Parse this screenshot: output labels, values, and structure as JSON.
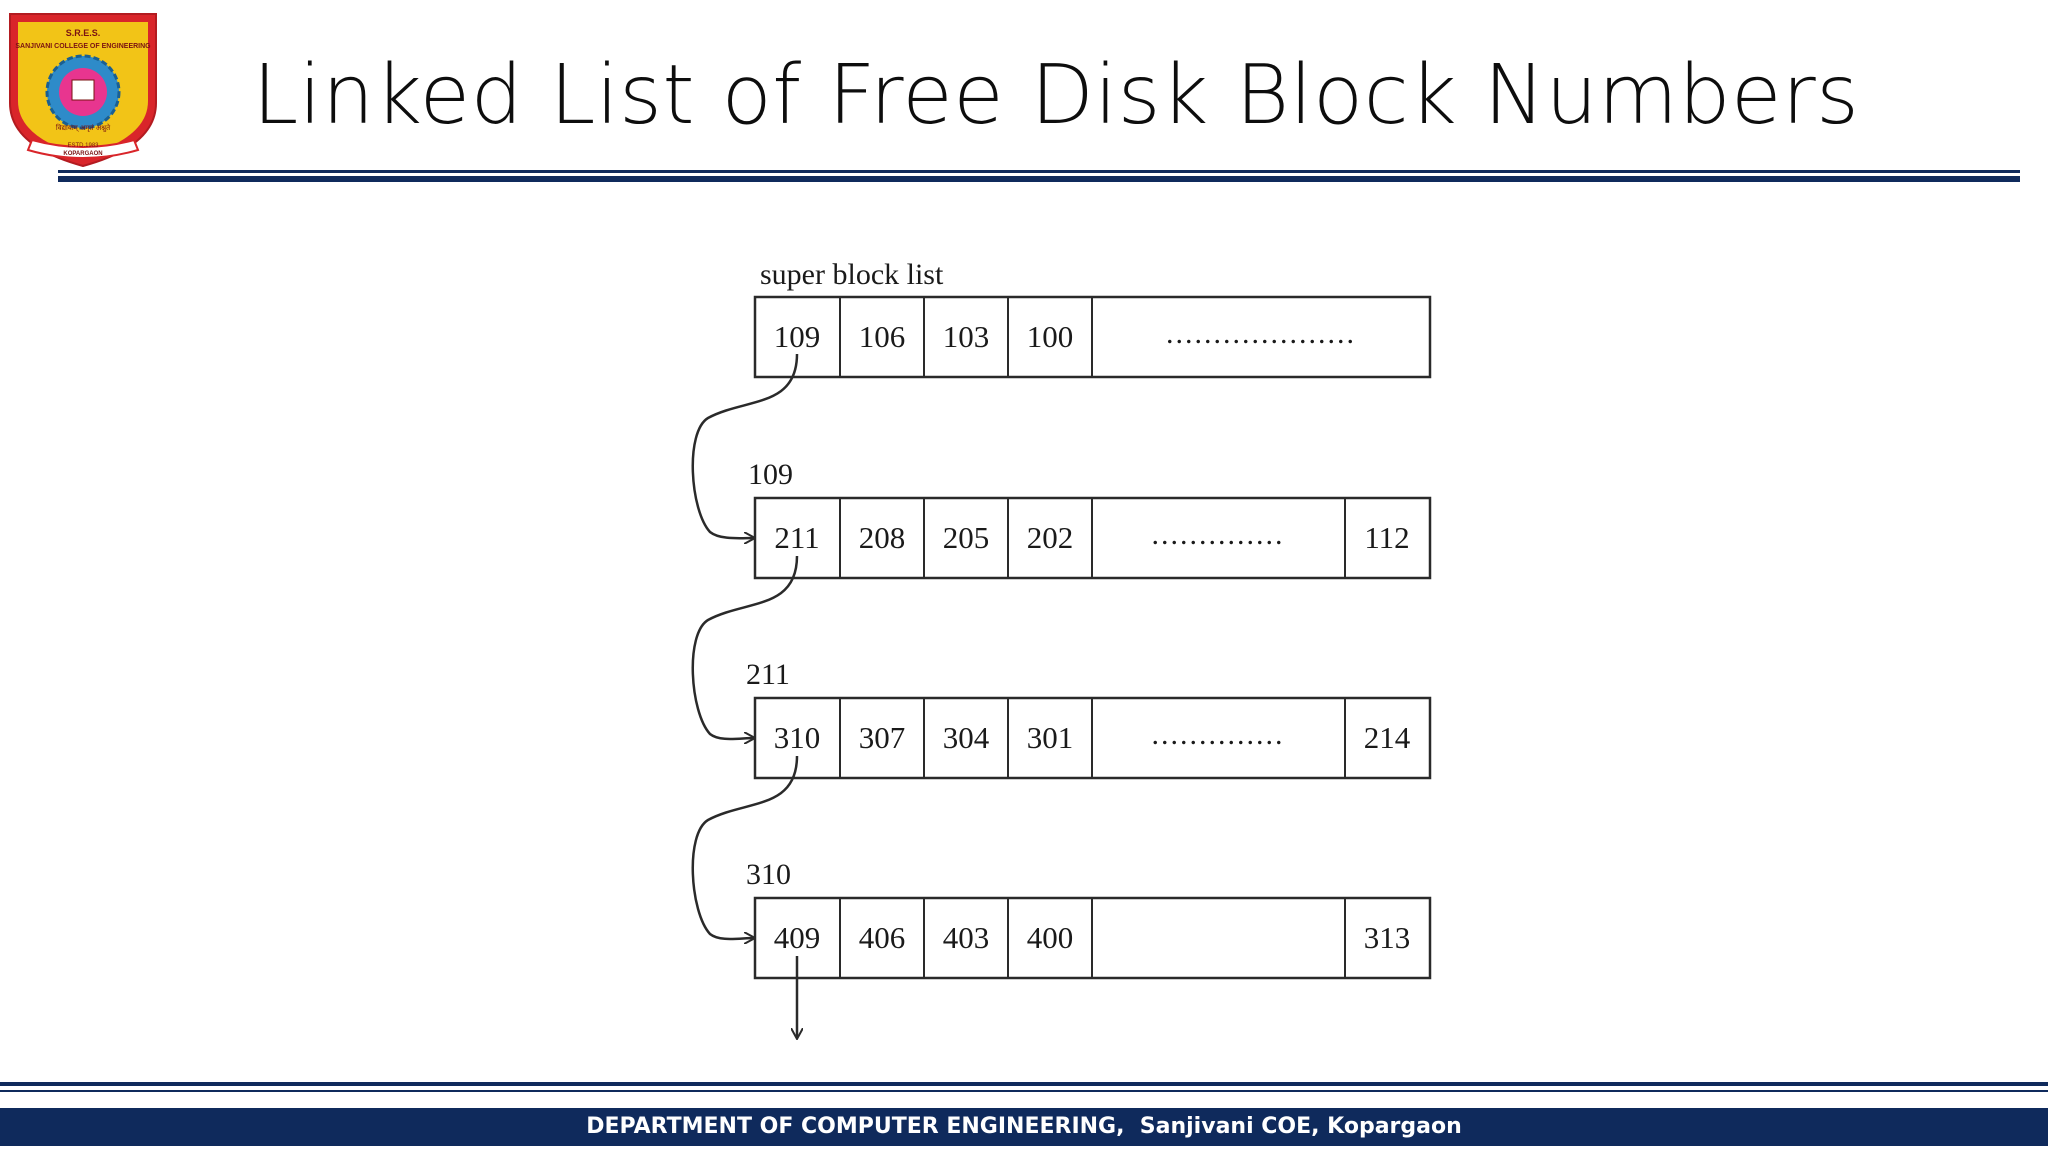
{
  "logo": {
    "top_text": "S.R.E.S.",
    "college": "SANJIVANI COLLEGE OF ENGINEERING",
    "motto": "विद्यायाम् अमृतं अश्नुते",
    "year": "ESTD.1983",
    "city": "KOPARGAON"
  },
  "title": "Linked List of Free Disk Block Numbers",
  "diagram": {
    "caption": "super block list",
    "rows": [
      {
        "label": "",
        "cells": [
          "109",
          "106",
          "103",
          "100"
        ],
        "dots": "....................",
        "last": ""
      },
      {
        "label": "109",
        "cells": [
          "211",
          "208",
          "205",
          "202"
        ],
        "dots": "..............",
        "last": "112"
      },
      {
        "label": "211",
        "cells": [
          "310",
          "307",
          "304",
          "301"
        ],
        "dots": "..............",
        "last": "214"
      },
      {
        "label": "310",
        "cells": [
          "409",
          "406",
          "403",
          "400"
        ],
        "dots": "",
        "last": "313"
      }
    ]
  },
  "footer": "DEPARTMENT OF COMPUTER ENGINEERING,  Sanjivani COE, Kopargaon",
  "colors": {
    "navy": "#0f2a5c",
    "logo_red": "#d9252a",
    "logo_yellow": "#f2c417",
    "logo_blue": "#2e8bc9"
  }
}
